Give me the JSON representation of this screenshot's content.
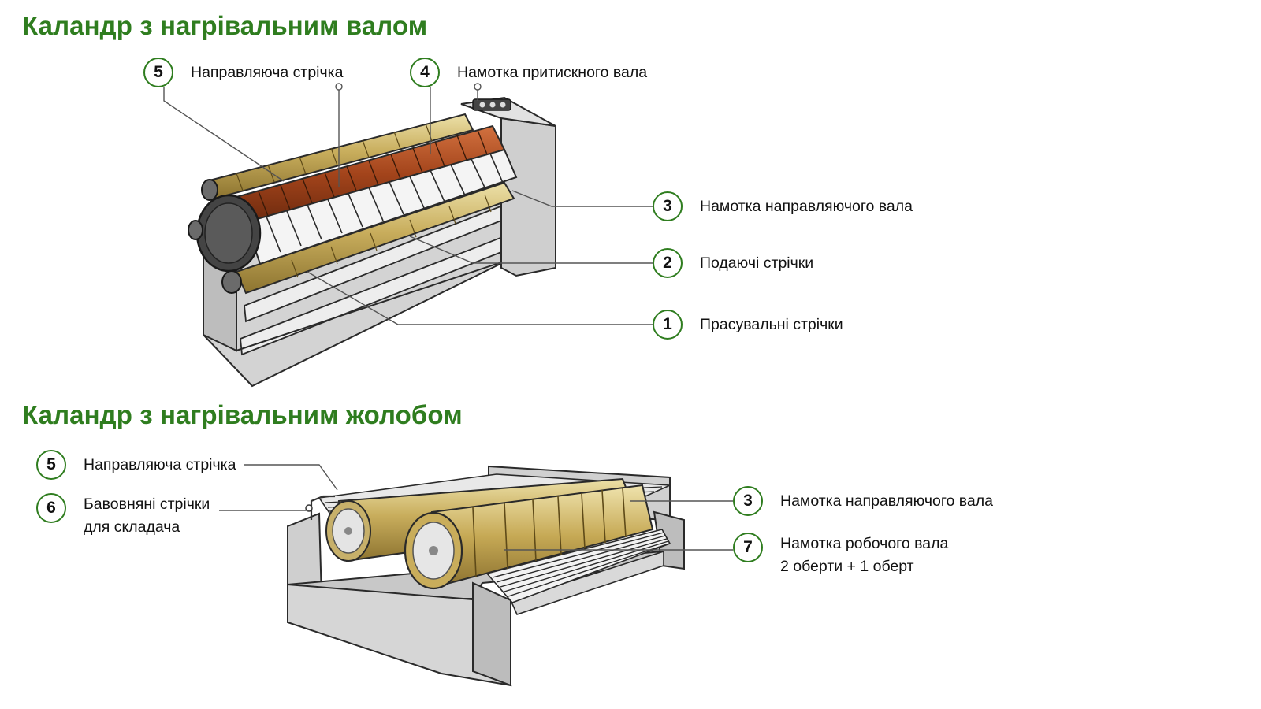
{
  "accent_color": "#2f7d1f",
  "top_section": {
    "title": "Каландр з нагрівальним валом",
    "callouts": [
      {
        "number": "5",
        "label": "Направляюча стрічка"
      },
      {
        "number": "4",
        "label": "Намотка притискного вала"
      },
      {
        "number": "3",
        "label": "Намотка направляючого вала"
      },
      {
        "number": "2",
        "label": "Подаючі стрічки"
      },
      {
        "number": "1",
        "label": "Прасувальні стрічки"
      }
    ]
  },
  "bottom_section": {
    "title": "Каландр з нагрівальним жолобом",
    "callouts": [
      {
        "number": "5",
        "label": "Направляюча стрічка"
      },
      {
        "number": "6",
        "label_line1": "Бавовняні стрічки",
        "label_line2": "для складача"
      },
      {
        "number": "3",
        "label": "Намотка направляючого вала"
      },
      {
        "number": "7",
        "label_line1": "Намотка робочого вала",
        "label_line2": "2 оберти + 1 оберт"
      }
    ]
  }
}
